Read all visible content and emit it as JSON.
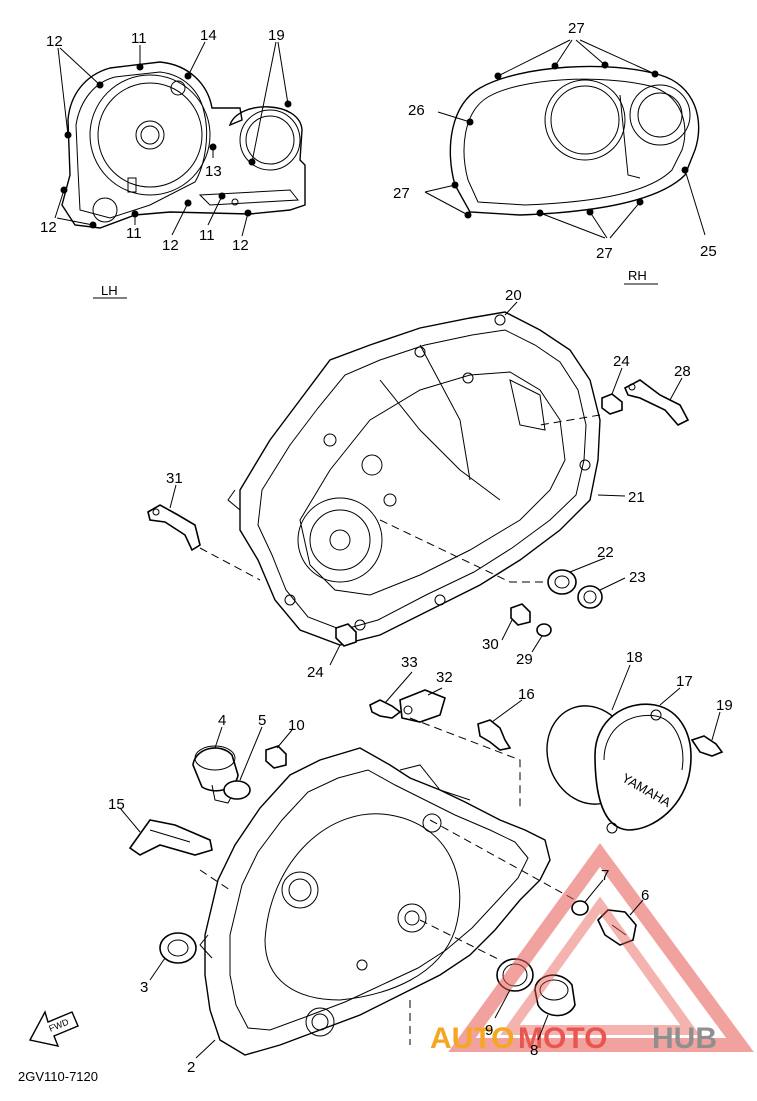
{
  "diagram": {
    "drawing_code": "2GV110-7120",
    "side_left": "LH",
    "side_right": "RH",
    "fwd_arrow_text": "FWD",
    "cover_logo_text": "YAMAHA",
    "watermark_text_a": "AUTO",
    "watermark_text_b": "MOTO",
    "watermark_text_c": "HUB",
    "colors": {
      "ink": "#000000",
      "watermark_red": "#e8564f",
      "watermark_orange": "#f5a623",
      "watermark_gray": "#8f8f8f"
    },
    "callouts": {
      "c12a": "12",
      "c11a": "11",
      "c14": "14",
      "c19a": "19",
      "c13": "13",
      "c12b": "12",
      "c11b": "11",
      "c12c": "12",
      "c11c": "11",
      "c12d": "12",
      "c27a": "27",
      "c26": "26",
      "c27b": "27",
      "c27c": "27",
      "c25": "25",
      "c20": "20",
      "c24a": "24",
      "c28": "28",
      "c31": "31",
      "c21": "21",
      "c22": "22",
      "c23": "23",
      "c30": "30",
      "c29": "29",
      "c24b": "24",
      "c33": "33",
      "c32": "32",
      "c16": "16",
      "c18": "18",
      "c17": "17",
      "c19b": "19",
      "c4": "4",
      "c5": "5",
      "c10": "10",
      "c15": "15",
      "c7": "7",
      "c6": "6",
      "c3": "3",
      "c9": "9",
      "c8": "8",
      "c2": "2"
    }
  }
}
